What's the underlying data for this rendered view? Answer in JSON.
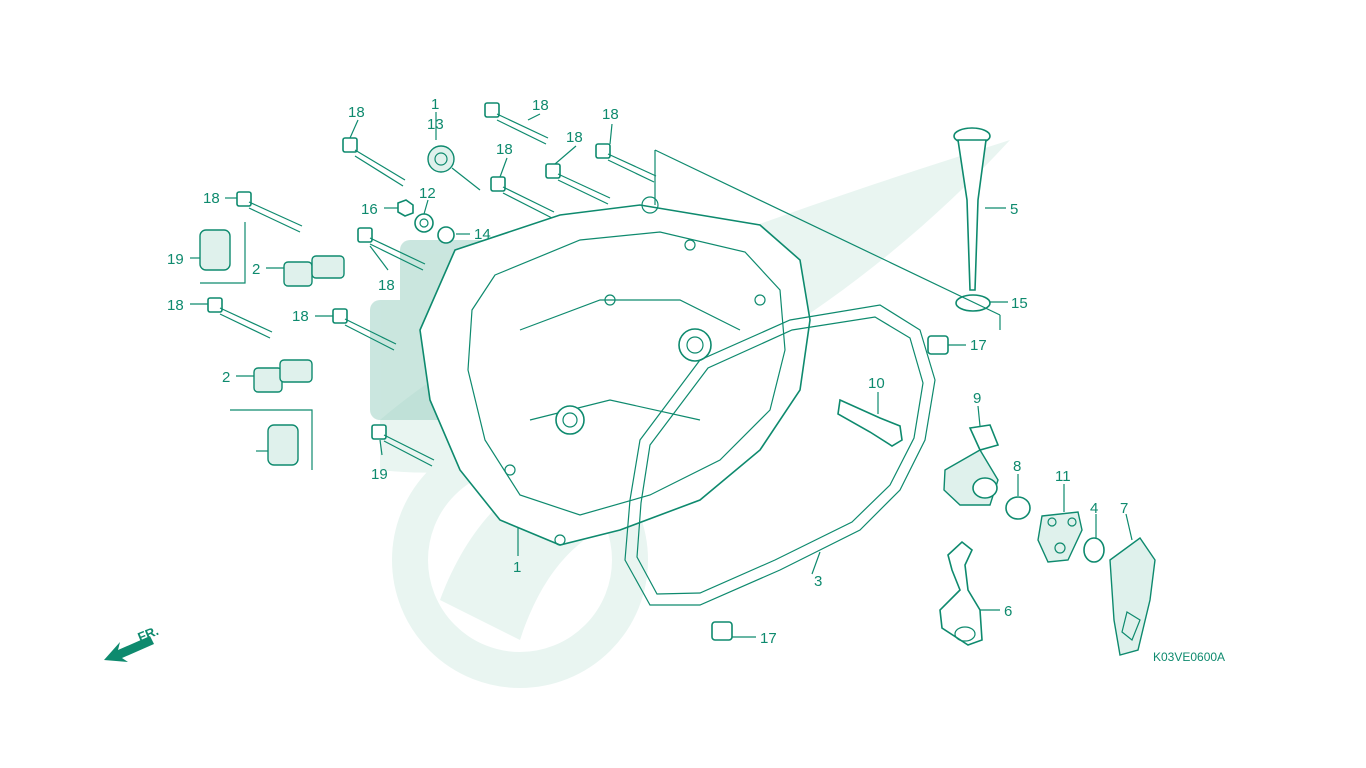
{
  "diagram": {
    "code": "K03VE0600A",
    "direction_label": "FR.",
    "colors": {
      "ink": "#0e8a6e",
      "watermark": "#e6f4ef",
      "paper": "#ffffff"
    },
    "callouts": [
      {
        "id": "c1a",
        "text": "1"
      },
      {
        "id": "c1b",
        "text": "1"
      },
      {
        "id": "c2a",
        "text": "2"
      },
      {
        "id": "c2b",
        "text": "2"
      },
      {
        "id": "c3",
        "text": "3"
      },
      {
        "id": "c4",
        "text": "4"
      },
      {
        "id": "c5",
        "text": "5"
      },
      {
        "id": "c6",
        "text": "6"
      },
      {
        "id": "c7",
        "text": "7"
      },
      {
        "id": "c8",
        "text": "8"
      },
      {
        "id": "c9",
        "text": "9"
      },
      {
        "id": "c10",
        "text": "10"
      },
      {
        "id": "c11",
        "text": "11"
      },
      {
        "id": "c12",
        "text": "12"
      },
      {
        "id": "c13",
        "text": "13"
      },
      {
        "id": "c14",
        "text": "14"
      },
      {
        "id": "c15",
        "text": "15"
      },
      {
        "id": "c16",
        "text": "16"
      },
      {
        "id": "c17a",
        "text": "17"
      },
      {
        "id": "c17b",
        "text": "17"
      },
      {
        "id": "c18a",
        "text": "18"
      },
      {
        "id": "c18b",
        "text": "18"
      },
      {
        "id": "c18c",
        "text": "18"
      },
      {
        "id": "c18d",
        "text": "18"
      },
      {
        "id": "c18e",
        "text": "18"
      },
      {
        "id": "c18f",
        "text": "18"
      },
      {
        "id": "c18g",
        "text": "18"
      },
      {
        "id": "c18h",
        "text": "18"
      },
      {
        "id": "c18i",
        "text": "18"
      },
      {
        "id": "c19a",
        "text": "19"
      },
      {
        "id": "c19b",
        "text": "19"
      }
    ]
  }
}
